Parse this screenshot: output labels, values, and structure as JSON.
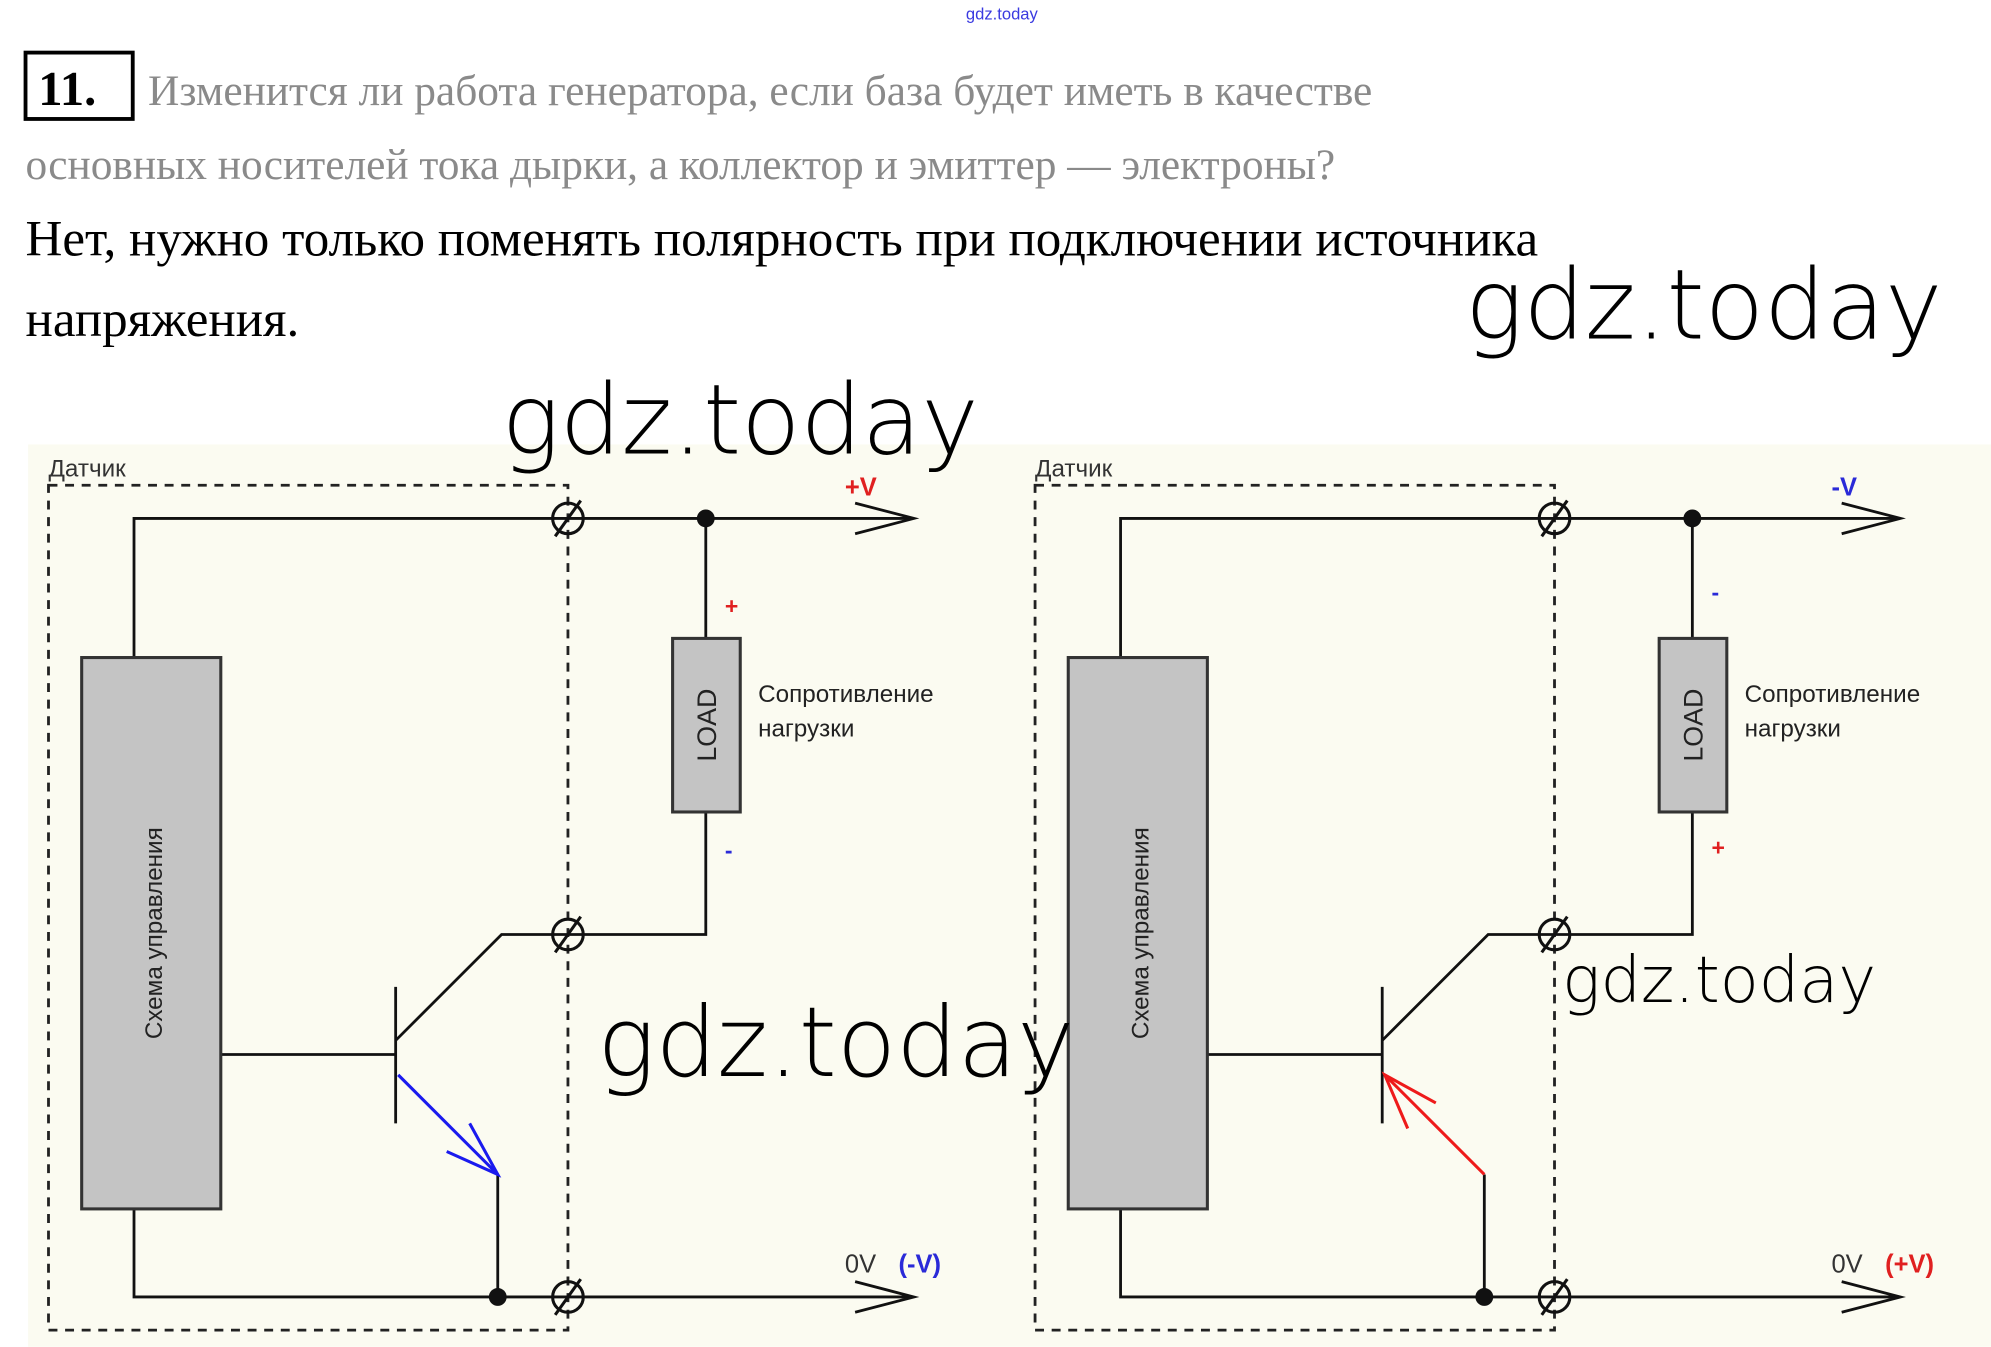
{
  "header_watermark": "gdz.today",
  "task": {
    "number": "11.",
    "question_lines": [
      "Изменится ли работа генератора, если база будет иметь в качестве",
      "основных носителей тока дырки, а коллектор и эмиттер — электроны?"
    ],
    "answer_lines": [
      "Нет, нужно только поменять полярность при подключении источника",
      "напряжения."
    ]
  },
  "watermarks": [
    "gdz.today",
    "gdz.today",
    "gdz.today",
    "gdz.today"
  ],
  "diagrams": [
    {
      "sensor_label": "Датчик",
      "control_label": "Схема управления",
      "load_label": "LOAD",
      "load_desc": [
        "Сопротивление",
        "нагрузки"
      ],
      "top_rail": "+V",
      "top_rail_color": "#e02020",
      "load_top_sign": "+",
      "load_top_color": "#e02020",
      "load_bottom_sign": "-",
      "load_bottom_color": "#2a2ad8",
      "bottom_rail": "0V",
      "bottom_rail_extra": "(-V)",
      "bottom_rail_extra_color": "#2a2ad8",
      "emitter_color": "#1a1aee",
      "emitter_direction": "out"
    },
    {
      "sensor_label": "Датчик",
      "control_label": "Схема управления",
      "load_label": "LOAD",
      "load_desc": [
        "Сопротивление",
        "нагрузки"
      ],
      "top_rail": "-V",
      "top_rail_color": "#2a2ad8",
      "load_top_sign": "-",
      "load_top_color": "#2a2ad8",
      "load_bottom_sign": "+",
      "load_bottom_color": "#e02020",
      "bottom_rail": "0V",
      "bottom_rail_extra": "(+V)",
      "bottom_rail_extra_color": "#e02020",
      "emitter_color": "#ee1a1a",
      "emitter_direction": "in"
    }
  ]
}
